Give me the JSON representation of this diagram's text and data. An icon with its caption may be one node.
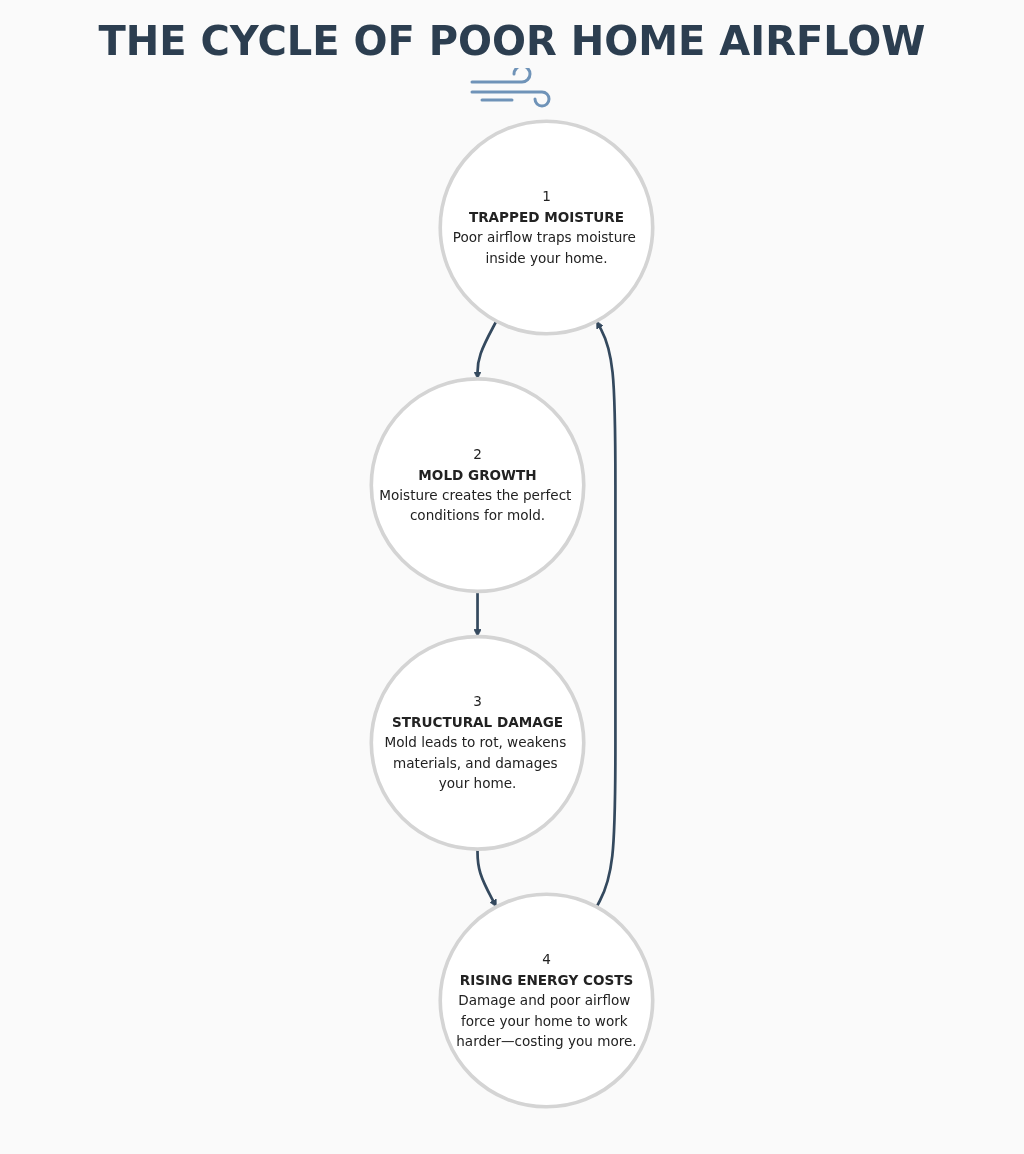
{
  "diagram": {
    "title": "THE CYCLE OF POOR HOME AIRFLOW",
    "nodes": [
      {
        "text": [
          "1",
          "TRAPPED MOISTURE",
          "Poor airflow traps moisture inside your home."
        ]
      },
      {
        "text": [
          "2",
          "MOLD GROWTH",
          "Moisture creates the perfect conditions for mold."
        ]
      },
      {
        "text": [
          "3",
          "STRUCTURAL DAMAGE",
          "Mold leads to rot, weakens materials, and damages your home."
        ]
      },
      {
        "text": [
          "4",
          "RISING ENERGY COSTS",
          "Damage and poor airflow force your home to work harder—costing you more."
        ]
      }
    ],
    "edges": [
      {
        "from": 0,
        "to": 1,
        "arrow": "to"
      },
      {
        "from": 1,
        "to": 2,
        "arrow": "to"
      },
      {
        "from": 2,
        "to": 3,
        "arrow": "to"
      },
      {
        "from": 3,
        "to": 0,
        "arrow": "to"
      }
    ]
  }
}
